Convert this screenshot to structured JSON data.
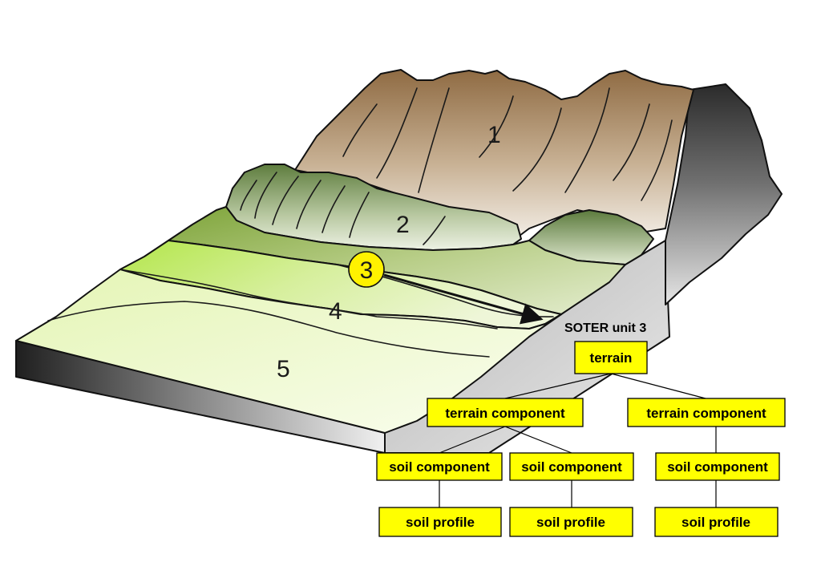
{
  "landscape": {
    "zones": [
      "1",
      "2",
      "3",
      "4",
      "5"
    ],
    "highlight_zone": "3",
    "colors": {
      "mountain": "#a88a66",
      "hill": "#6f8a4c",
      "plain": "#f1f8d2",
      "highlight_circle": "#fff200",
      "box_fill": "#ffff00"
    }
  },
  "hierarchy": {
    "title": "SOTER unit 3",
    "root": "terrain",
    "terrain_components": [
      {
        "label": "terrain component",
        "soil_components": [
          {
            "label": "soil component",
            "soil_profile": "soil profile"
          },
          {
            "label": "soil component",
            "soil_profile": "soil profile"
          }
        ]
      },
      {
        "label": "terrain component",
        "soil_components": [
          {
            "label": "soil component",
            "soil_profile": "soil profile"
          }
        ]
      }
    ]
  }
}
